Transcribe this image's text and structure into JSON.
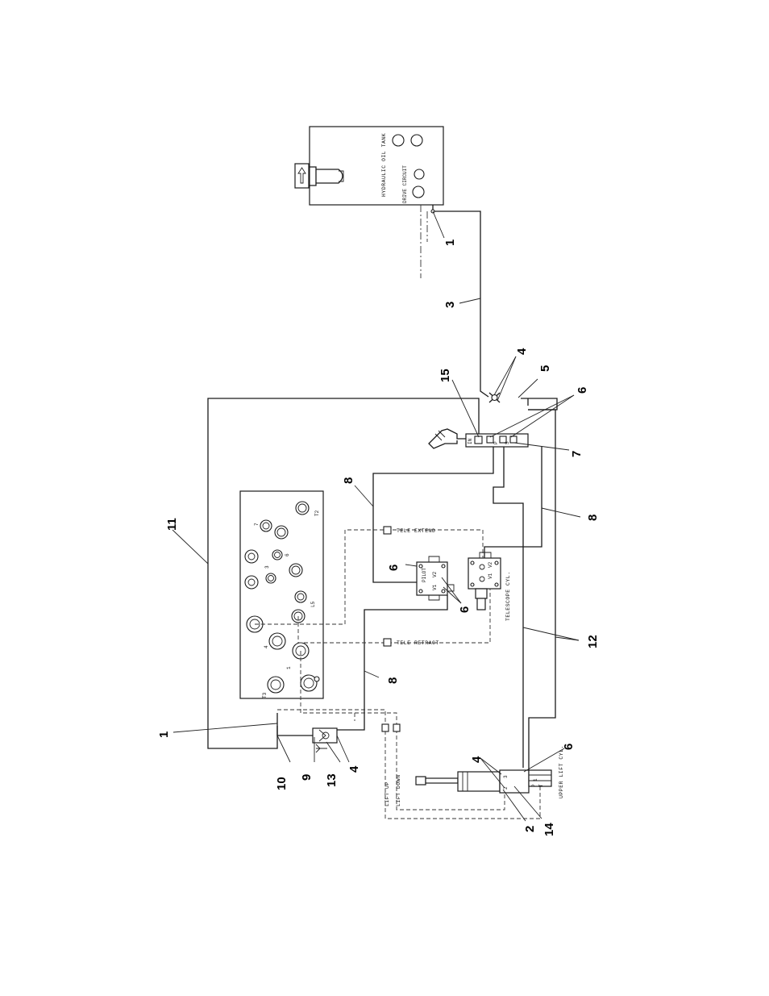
{
  "component_labels": {
    "tank": "HYDRAULIC OIL TANK",
    "drive_circuit": "DRIVE CIRCUIT",
    "telescope_cyl": "TELESCOPE CYL.",
    "upper_lift_cyl": "UPPER LIFT CYL.",
    "pilot": "PILOT"
  },
  "line_labels": {
    "tele_extend": "TELE EXTEND",
    "tele_retract": "TELE RETRACT",
    "lift_up": "LIFT UP",
    "lift_down": "LIFT DOWN"
  },
  "manifold_ports": {
    "p7": "7",
    "p3": "3",
    "p6": "6",
    "p4": "4",
    "p1": "1",
    "t2": "T2",
    "t3": "T3",
    "l5": "L5"
  },
  "valve_ports": {
    "in": "IN",
    "p": "P",
    "s": "S",
    "v1": "V1",
    "v2": "V2",
    "pilot_v1": "V1",
    "pilot_v2": "V2",
    "c1": "1",
    "c2": "2",
    "c3": "3",
    "lp": "P",
    "lt": "T"
  },
  "callouts": {
    "c1_top": "1",
    "c3": "3",
    "c4_top": "4",
    "c5": "5",
    "c6_top": "6",
    "c7": "7",
    "c15": "15",
    "c8_a": "8",
    "c8_b": "8",
    "c8_c": "8",
    "c11": "11",
    "c6_pilot": "6",
    "c6_mid": "6",
    "c12": "12",
    "c1_left": "1",
    "c10": "10",
    "c9": "9",
    "c13": "13",
    "c4_left": "4",
    "c4_cyl": "4",
    "c2": "2",
    "c14": "14",
    "c6_bot": "6"
  }
}
